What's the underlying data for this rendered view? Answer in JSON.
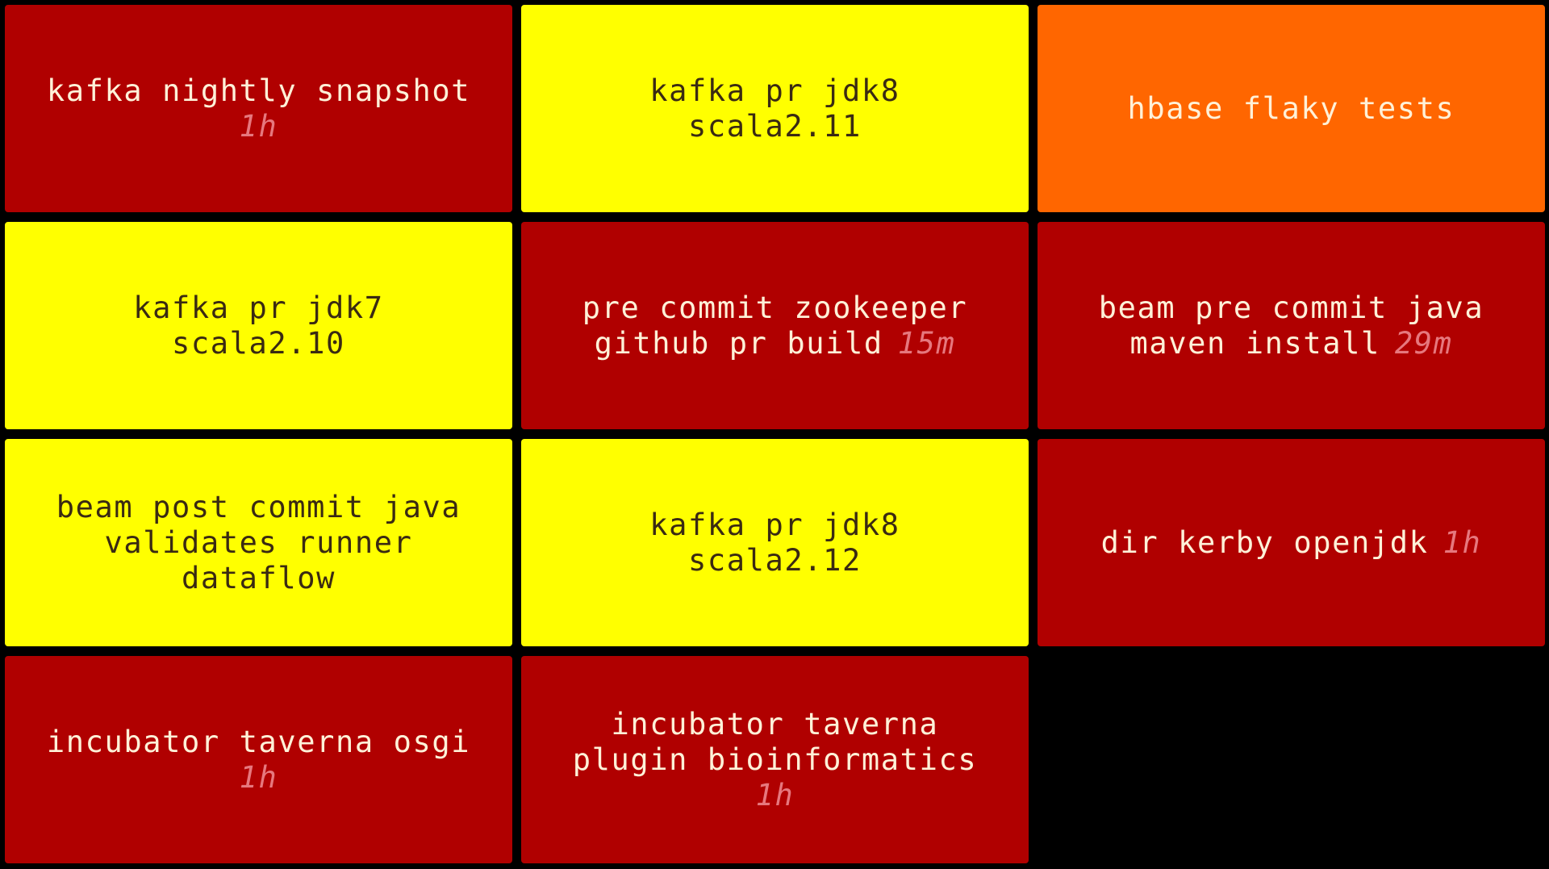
{
  "jobs": [
    {
      "name": "kafka nightly snapshot",
      "time": "1h",
      "status": "failed"
    },
    {
      "name": "kafka pr jdk8 scala2.11",
      "time": "",
      "status": "unstable"
    },
    {
      "name": "hbase flaky tests",
      "time": "",
      "status": "aborted"
    },
    {
      "name": "kafka pr jdk7 scala2.10",
      "time": "",
      "status": "unstable"
    },
    {
      "name": "pre commit zookeeper github pr build",
      "time": "15m",
      "status": "failed"
    },
    {
      "name": "beam pre commit java maven install",
      "time": "29m",
      "status": "failed"
    },
    {
      "name": "beam post commit java validates runner dataflow",
      "time": "",
      "status": "unstable"
    },
    {
      "name": "kafka pr jdk8 scala2.12",
      "time": "",
      "status": "unstable"
    },
    {
      "name": "dir kerby openjdk",
      "time": "1h",
      "status": "failed"
    },
    {
      "name": "incubator taverna osgi",
      "time": "1h",
      "status": "failed"
    },
    {
      "name": "incubator taverna plugin bioinformatics",
      "time": "1h",
      "status": "failed"
    }
  ],
  "colors": {
    "failed": "#b00000",
    "unstable": "#ffff00",
    "aborted": "#ff6600",
    "background": "#000000"
  }
}
